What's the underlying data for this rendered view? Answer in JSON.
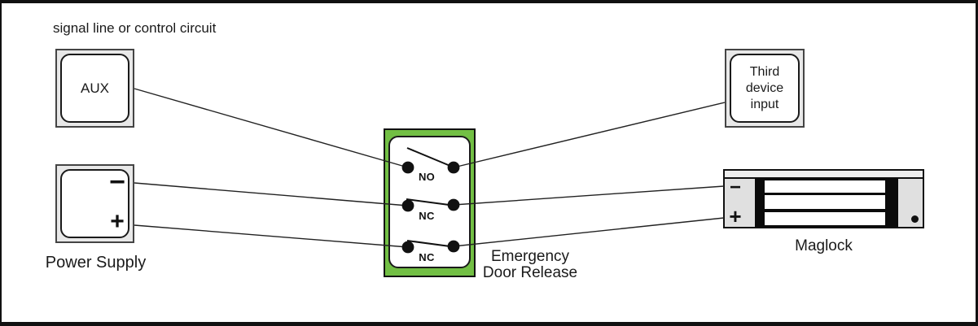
{
  "diagram": {
    "title": "signal line or control circuit",
    "colors": {
      "highlight_green": "#72bf44",
      "device_fill": "#e8e8e8",
      "wire": "#222222",
      "background": "#ffffff"
    },
    "aux": {
      "label": "AUX"
    },
    "power_supply": {
      "label": "Power Supply",
      "minus": "−",
      "plus": "+"
    },
    "edr": {
      "label_line1": "Emergency",
      "label_line2": "Door Release",
      "contacts": [
        {
          "label": "NO"
        },
        {
          "label": "NC"
        },
        {
          "label": "NC"
        }
      ]
    },
    "third_device": {
      "label_line1": "Third",
      "label_line2": "device",
      "label_line3": "input"
    },
    "maglock": {
      "label": "Maglock",
      "minus": "−",
      "plus": "+"
    }
  }
}
